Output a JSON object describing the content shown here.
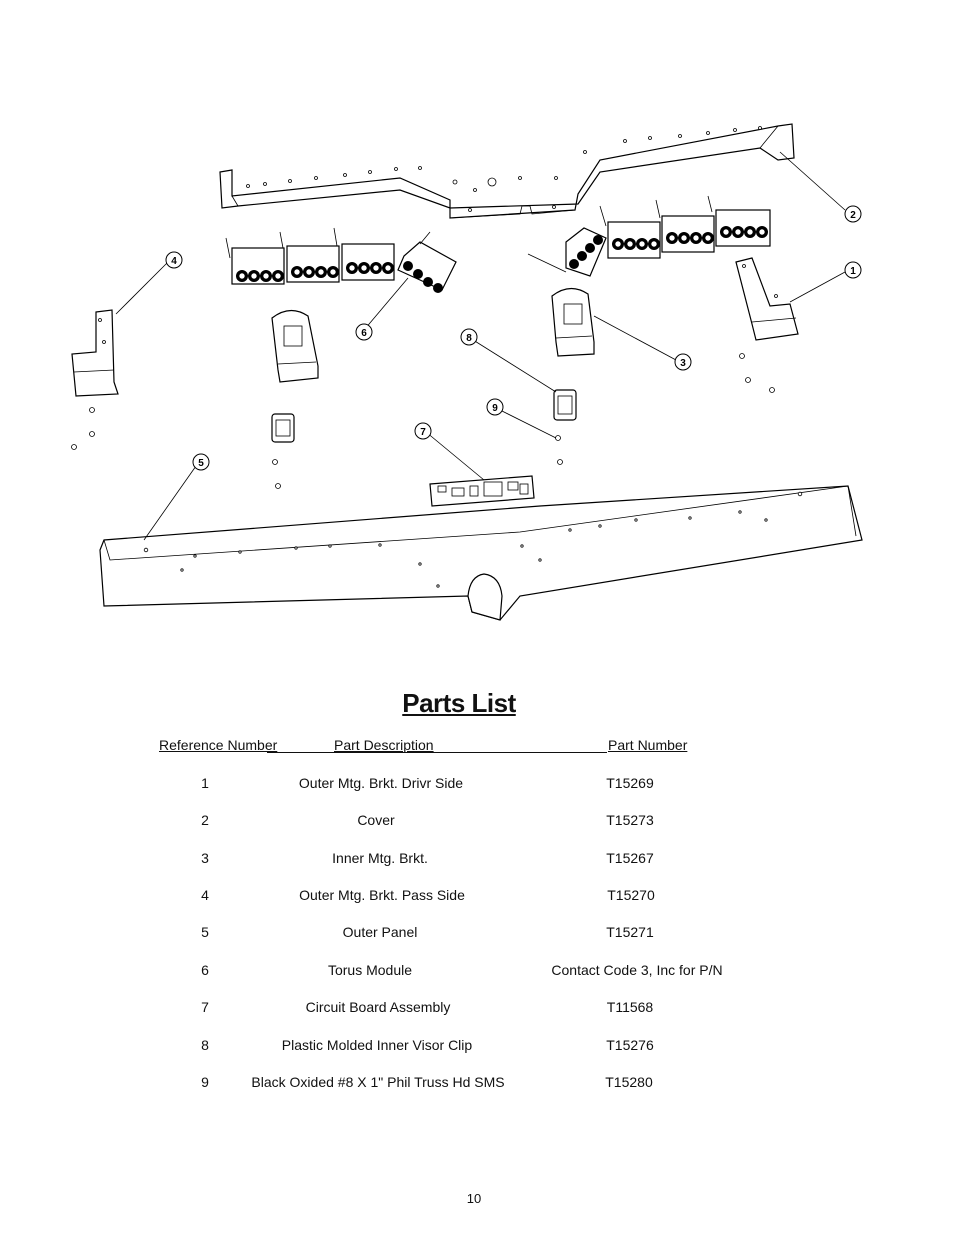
{
  "diagram": {
    "callouts": [
      "1",
      "2",
      "3",
      "4",
      "5",
      "6",
      "7",
      "8",
      "9"
    ]
  },
  "parts_list": {
    "title": "Parts List",
    "headers": {
      "reference": "Reference Number",
      "description": "Part Description",
      "part_number": "Part Number"
    },
    "rows": [
      {
        "ref": "1",
        "description": "Outer Mtg. Brkt. Drivr Side",
        "part_number": "T15269"
      },
      {
        "ref": "2",
        "description": "Cover",
        "part_number": "T15273"
      },
      {
        "ref": "3",
        "description": "Inner Mtg. Brkt.",
        "part_number": "T15267"
      },
      {
        "ref": "4",
        "description": "Outer Mtg. Brkt. Pass Side",
        "part_number": "T15270"
      },
      {
        "ref": "5",
        "description": "Outer Panel",
        "part_number": "T15271"
      },
      {
        "ref": "6",
        "description": "Torus Module",
        "part_number": "Contact Code 3, Inc for P/N"
      },
      {
        "ref": "7",
        "description": "Circuit Board Assembly",
        "part_number": "T11568"
      },
      {
        "ref": "8",
        "description": "Plastic Molded Inner Visor Clip",
        "part_number": "T15276"
      },
      {
        "ref": "9",
        "description": "Black Oxided #8 X 1\" Phil Truss Hd SMS",
        "part_number": "T15280"
      }
    ]
  },
  "page_number": "10"
}
